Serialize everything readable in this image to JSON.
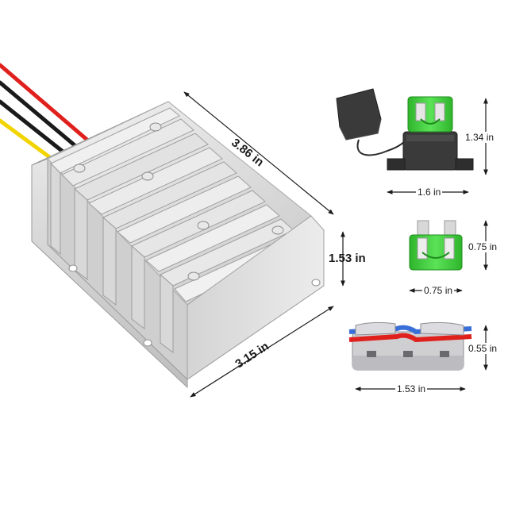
{
  "converter": {
    "length_label": "3.86 in",
    "height_label": "1.53 in",
    "width_label": "3.15 in",
    "wire_colors": [
      "#e0201c",
      "#1a1a1a",
      "#1a1a1a",
      "#f2d400"
    ]
  },
  "fuse_holder": {
    "height_label": "1.34 in",
    "width_label": "1.6 in"
  },
  "blade_fuse": {
    "height_label": "0.75 in",
    "width_label": "0.75 in",
    "color": "#3fd63a"
  },
  "wire_connector": {
    "height_label": "0.55 in",
    "width_label": "1.53 in",
    "wire_colors": [
      "#3a6fd8",
      "#e0201c"
    ]
  }
}
